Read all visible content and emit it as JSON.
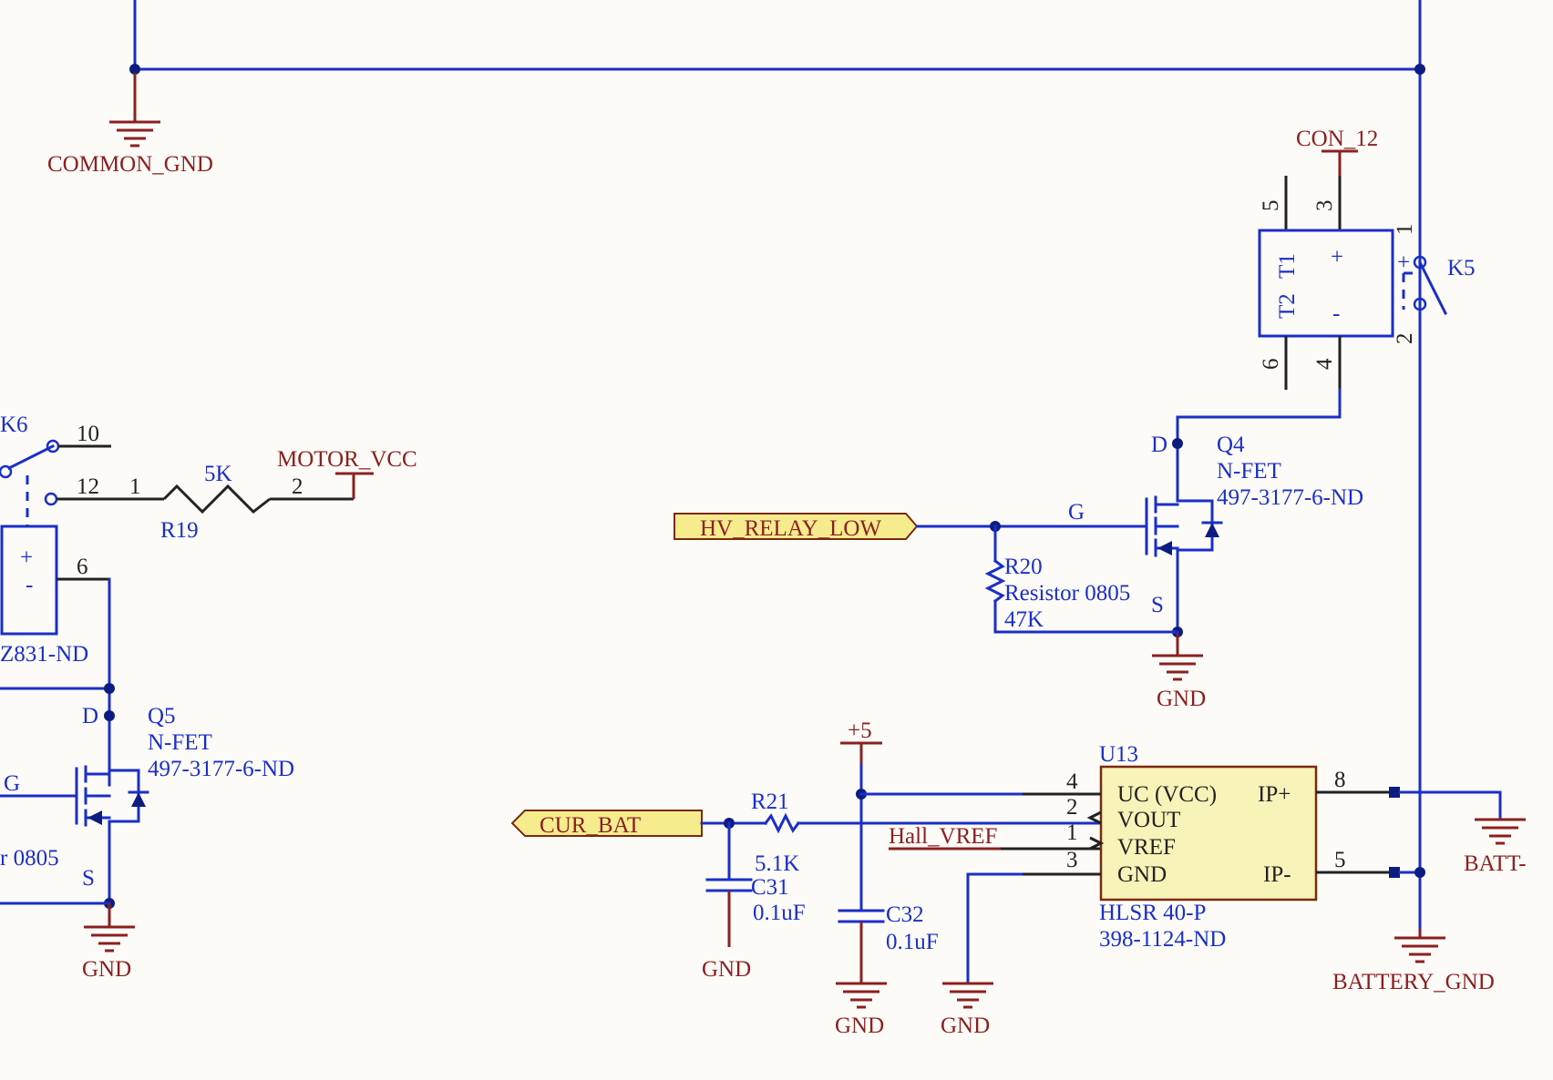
{
  "nets": {
    "common_gnd": "COMMON_GND",
    "con_12": "CON_12",
    "motor_vcc": "MOTOR_VCC",
    "gnd": "GND",
    "plus5": "+5",
    "hall_vref": "Hall_VREF",
    "batt_minus": "BATT-",
    "battery_gnd": "BATTERY_GND"
  },
  "ports": {
    "hv_relay_low": "HV_RELAY_LOW",
    "cur_bat": "CUR_BAT"
  },
  "relay_k5": {
    "ref": "K5",
    "pin1": "1",
    "pin2": "2",
    "pin3": "3",
    "pin4": "4",
    "pin5": "5",
    "pin6": "6",
    "t1": "T1",
    "t2": "T2",
    "plus": "+",
    "minus": "-",
    "coil_plus": "+"
  },
  "relay_k6": {
    "ref": "K6",
    "pin10": "10",
    "pin12": "12",
    "pin6": "6",
    "plus": "+",
    "minus": "-",
    "partnum": "Z831-ND"
  },
  "r19": {
    "ref": "R19",
    "value": "5K",
    "pin1": "1",
    "pin2": "2"
  },
  "q4": {
    "ref": "Q4",
    "type": "N-FET",
    "partnum": "497-3177-6-ND",
    "d": "D",
    "g": "G",
    "s": "S"
  },
  "q5": {
    "ref": "Q5",
    "type": "N-FET",
    "partnum": "497-3177-6-ND",
    "d": "D",
    "g": "G",
    "s": "S",
    "r_partial": "r 0805"
  },
  "r20": {
    "ref": "R20",
    "desc": "Resistor 0805",
    "value": "47K"
  },
  "r21": {
    "ref": "R21",
    "value": "5.1K"
  },
  "c31": {
    "ref": "C31",
    "value": "0.1uF"
  },
  "c32": {
    "ref": "C32",
    "value": "0.1uF"
  },
  "u13": {
    "ref": "U13",
    "p_vcc": "UC (VCC)",
    "p_vout": "VOUT",
    "p_vref": "VREF",
    "p_gnd": "GND",
    "p_ipp": "IP+",
    "p_ipm": "IP-",
    "n4": "4",
    "n2": "2",
    "n1": "1",
    "n3": "3",
    "n8": "8",
    "n5": "5",
    "part": "HLSR 40-P",
    "partnum": "398-1124-ND"
  },
  "colors": {
    "wire": "#1a2fc8",
    "net_label": "#8a2020",
    "port_fill": "#f6ec8e",
    "ic_fill": "#f8f3b8"
  }
}
